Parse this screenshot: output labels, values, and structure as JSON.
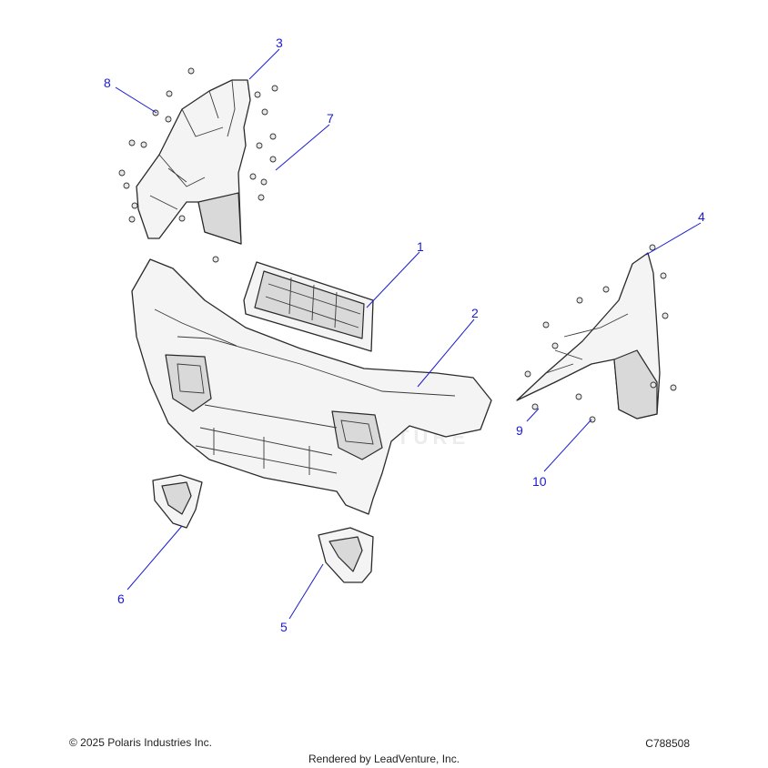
{
  "callouts": [
    {
      "label": "1"
    },
    {
      "label": "2"
    },
    {
      "label": "3"
    },
    {
      "label": "4"
    },
    {
      "label": "5"
    },
    {
      "label": "6"
    },
    {
      "label": "7"
    },
    {
      "label": "8"
    },
    {
      "label": "9"
    },
    {
      "label": "10"
    }
  ],
  "footer": {
    "copyright": "© 2025 Polaris Industries Inc.",
    "diagram_id": "C788508",
    "rendered_by": "Rendered by LeadVenture, Inc."
  },
  "watermark": {
    "text": "LEADVENTURE"
  },
  "colors": {
    "callout": "#1b1bd1",
    "line_art": "#2a2a2a"
  }
}
